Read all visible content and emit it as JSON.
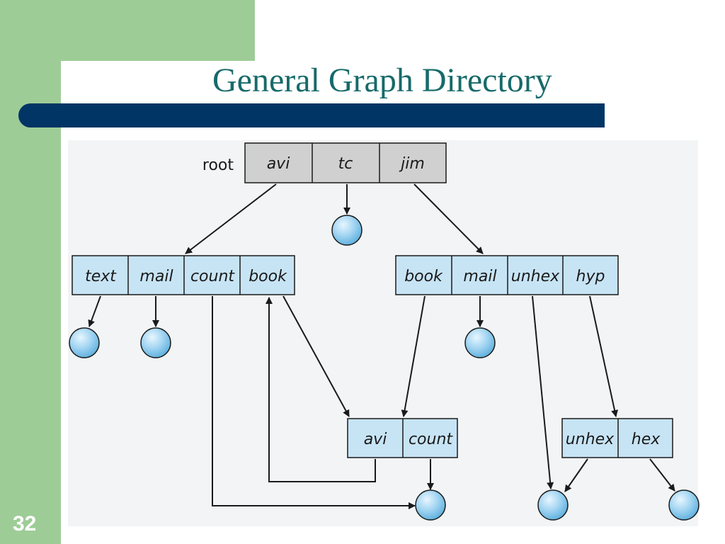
{
  "slide": {
    "title": "General Graph Directory",
    "number": "32"
  },
  "diagram": {
    "root_label": "root",
    "root_directory": [
      "avi",
      "tc",
      "jim"
    ],
    "avi_directory": [
      "text",
      "mail",
      "count",
      "book"
    ],
    "jim_directory": [
      "book",
      "mail",
      "unhex",
      "hyp"
    ],
    "shared_directory": [
      "avi",
      "count"
    ],
    "hyp_directory": [
      "unhex",
      "hex"
    ]
  },
  "colors": {
    "sidebar": "#9ecc97",
    "title_bar": "#003565",
    "title_text": "#176a6a",
    "root_fill": "#d0d0d0",
    "dir_fill": "#c7e4f5",
    "file_node": "#9fd3f1"
  }
}
